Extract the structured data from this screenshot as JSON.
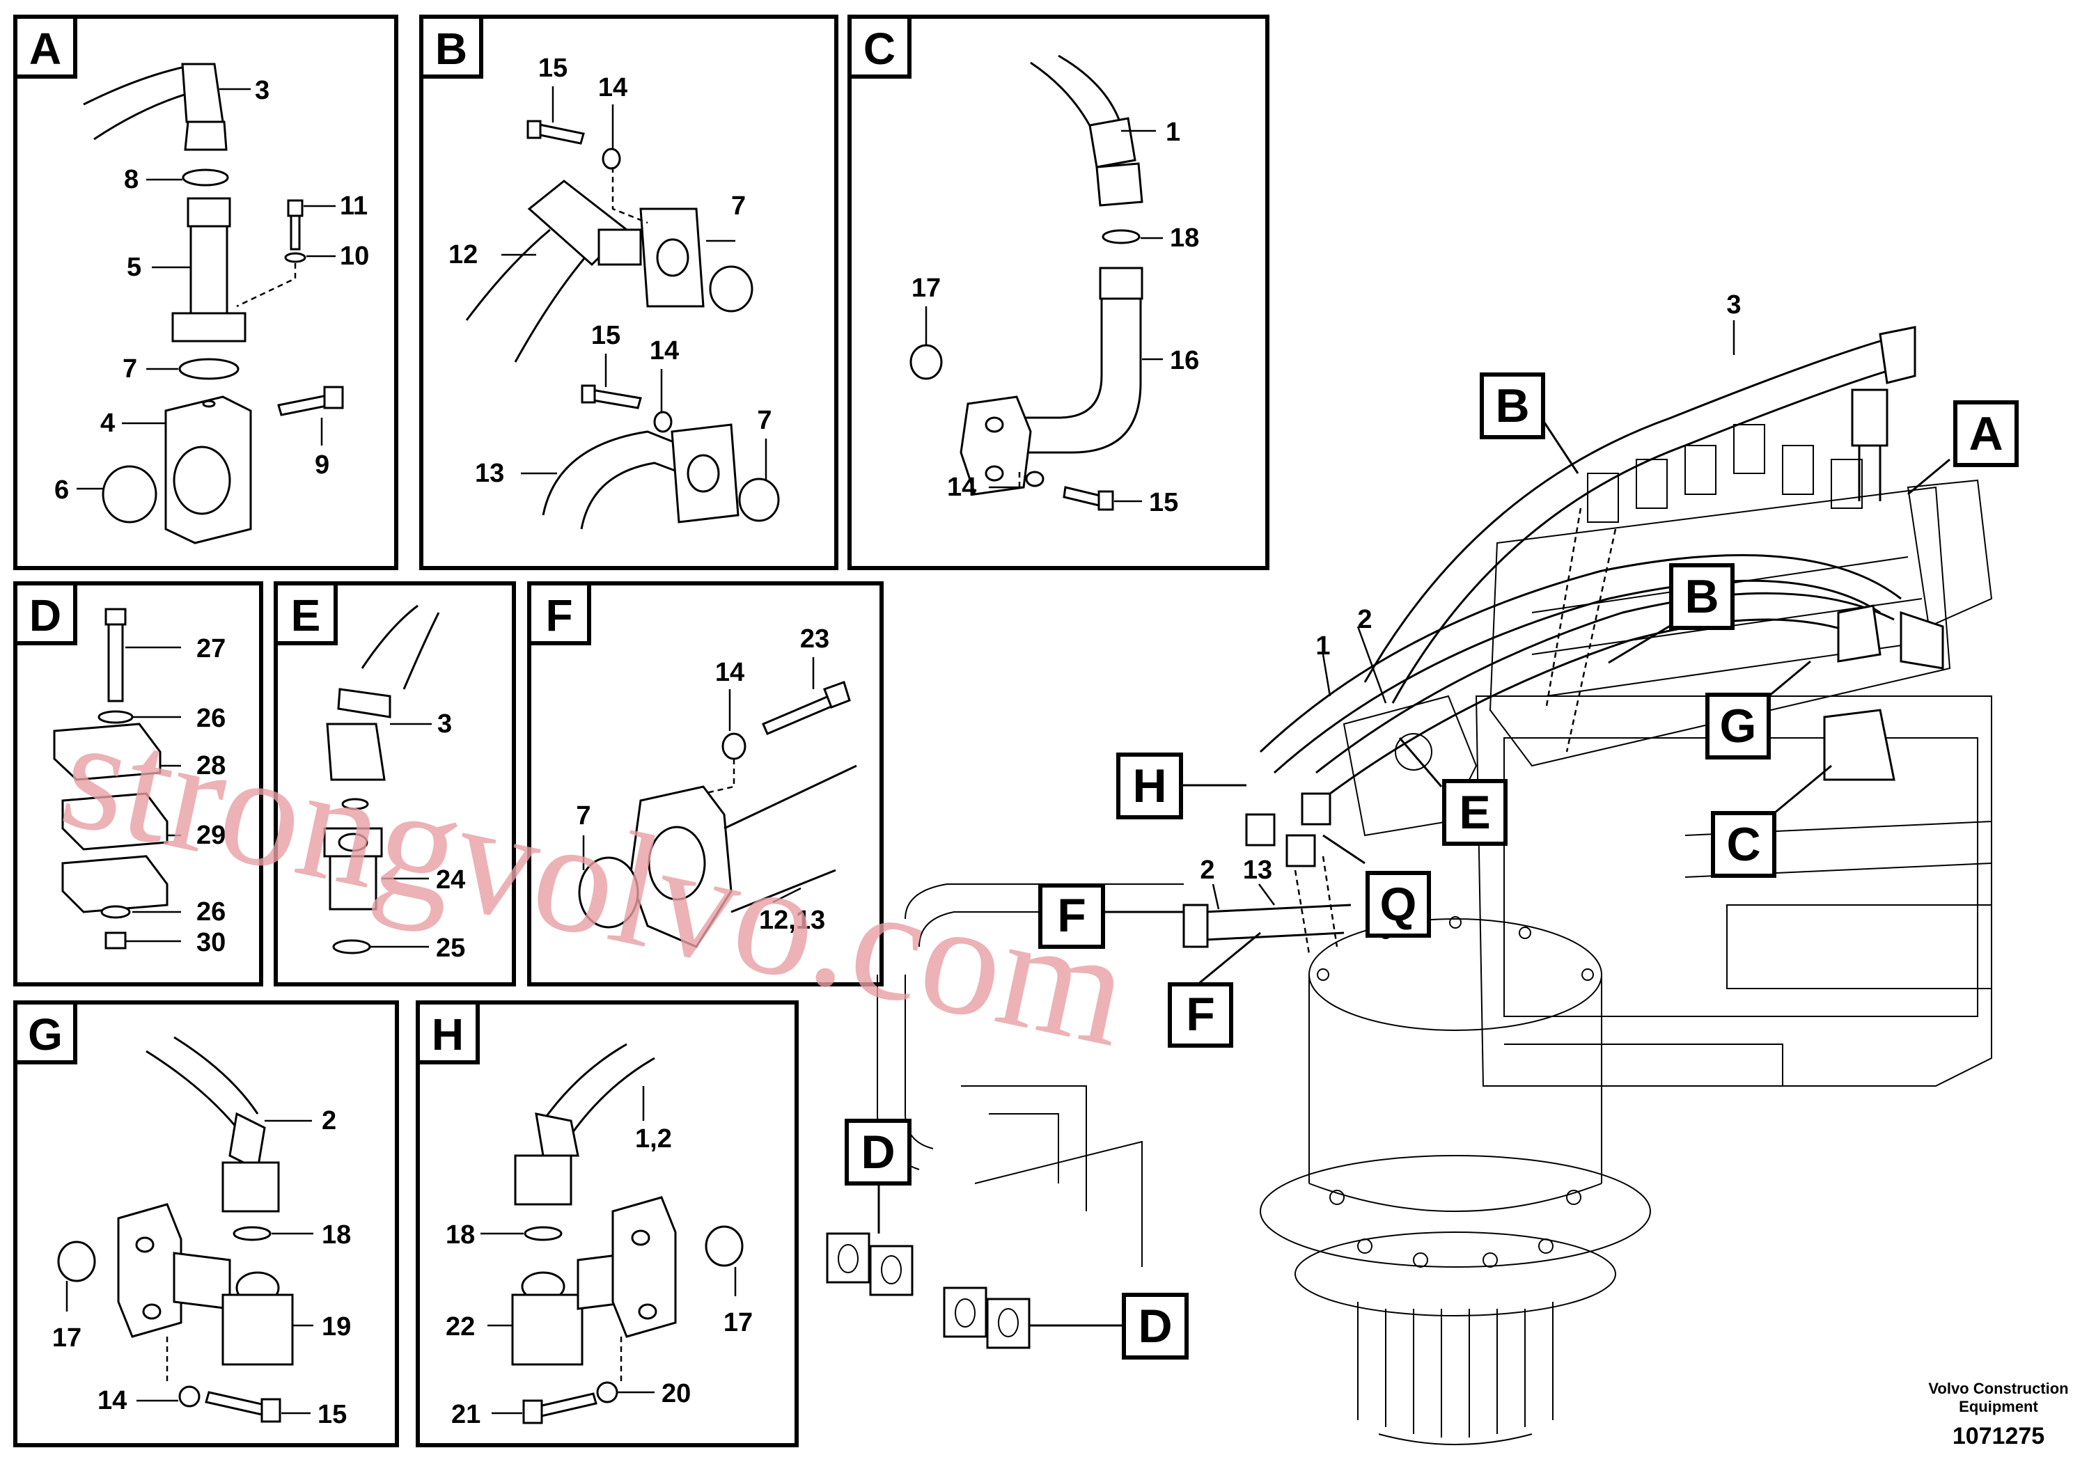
{
  "panels": {
    "A": {
      "tag": "A",
      "labels": [
        "3",
        "8",
        "11",
        "5",
        "10",
        "7",
        "4",
        "9",
        "6"
      ]
    },
    "B": {
      "tag": "B",
      "labels": [
        "15",
        "14",
        "7",
        "12",
        "15",
        "14",
        "7",
        "13"
      ]
    },
    "C": {
      "tag": "C",
      "labels": [
        "1",
        "18",
        "17",
        "16",
        "14",
        "15"
      ]
    },
    "D": {
      "tag": "D",
      "labels": [
        "27",
        "26",
        "28",
        "29",
        "26",
        "30"
      ]
    },
    "E": {
      "tag": "E",
      "labels": [
        "3",
        "24",
        "25"
      ]
    },
    "F": {
      "tag": "F",
      "labels": [
        "23",
        "14",
        "7",
        "12,13"
      ]
    },
    "G": {
      "tag": "G",
      "labels": [
        "2",
        "18",
        "17",
        "19",
        "14",
        "15"
      ]
    },
    "H": {
      "tag": "H",
      "labels": [
        "1,2",
        "18",
        "17",
        "22",
        "21",
        "20"
      ]
    }
  },
  "main": {
    "labels": [
      "3",
      "2",
      "1",
      "2",
      "13"
    ],
    "callouts": [
      "B",
      "A",
      "B",
      "G",
      "E",
      "H",
      "Q",
      "C",
      "F",
      "F",
      "D",
      "D"
    ]
  },
  "watermark": "strongvolvo.com",
  "footer": {
    "company_line1": "Volvo Construction",
    "company_line2": "Equipment",
    "doc_number": "1071275"
  }
}
